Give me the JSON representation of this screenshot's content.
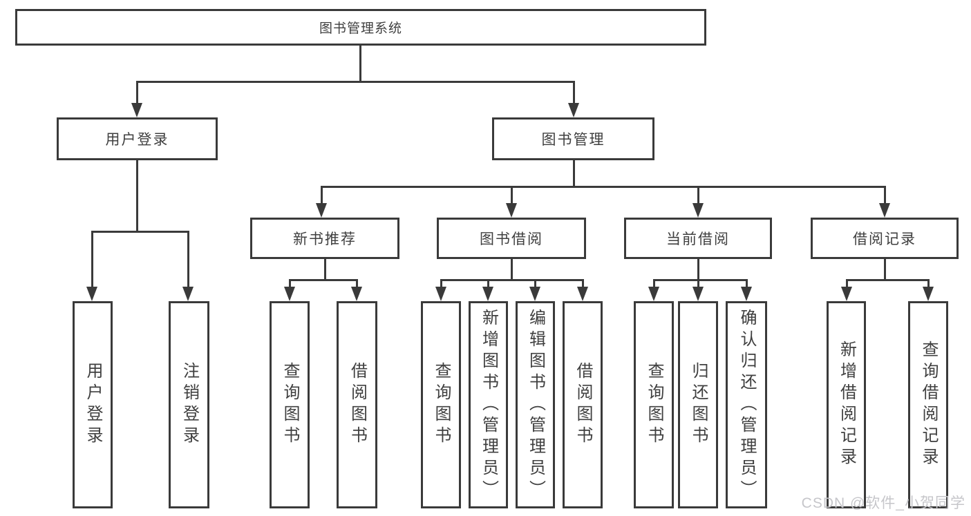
{
  "diagram": {
    "root": {
      "label": "图书管理系统"
    },
    "level2": [
      {
        "label": "用户登录",
        "children": [
          "用户登录",
          "注销登录"
        ]
      },
      {
        "label": "图书管理"
      }
    ],
    "level3": [
      {
        "label": "新书推荐",
        "children": [
          "查询图书",
          "借阅图书"
        ]
      },
      {
        "label": "图书借阅",
        "children": [
          "查询图书",
          "新增图书（管理员）",
          "编辑图书（管理员）",
          "借阅图书"
        ]
      },
      {
        "label": "当前借阅",
        "children": [
          "查询图书",
          "归还图书",
          "确认归还（管理员）"
        ]
      },
      {
        "label": "借阅记录",
        "children": [
          "新增借阅记录",
          "查询借阅记录"
        ]
      }
    ]
  },
  "watermark": {
    "text": "CSDN @软件_小贺同学"
  },
  "colors": {
    "line": "#3a3a3a",
    "text": "#3f3f3f",
    "watermark": "#c6c6ca",
    "background": "#ffffff"
  }
}
